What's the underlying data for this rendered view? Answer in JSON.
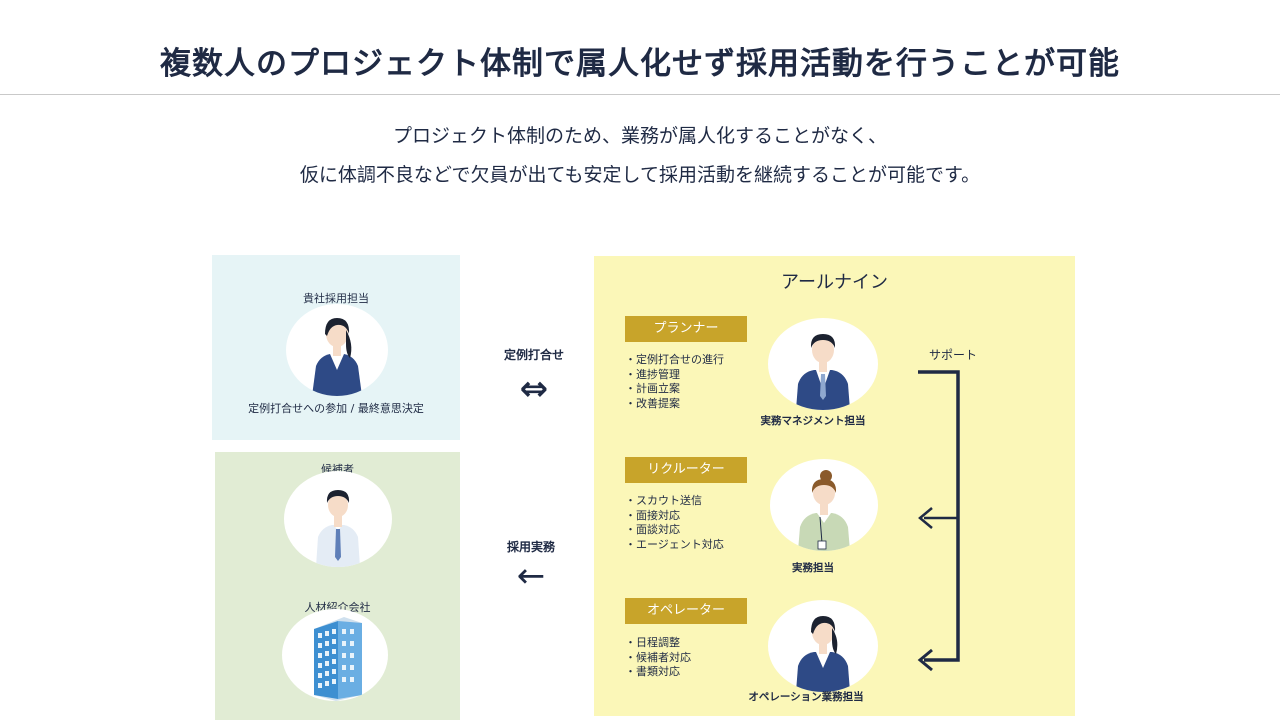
{
  "header": {
    "title": "複数人のプロジェクト体制で属人化せず採用活動を行うことが可能",
    "subtitle_line1": "プロジェクト体制のため、業務が属人化することがなく、",
    "subtitle_line2": "仮に体調不良などで欠員が出ても安定して採用活動を継続することが可能です。"
  },
  "client": {
    "label": "貴社採用担当",
    "caption": "定例打合せへの参加 / 最終意思決定"
  },
  "candidate": {
    "label": "候補者"
  },
  "agency": {
    "label": "人材紹介会社"
  },
  "middle": {
    "meeting_label": "定例打合せ",
    "meeting_arrow": "⇔",
    "practice_label": "採用実務",
    "practice_arrow": "←"
  },
  "r9": {
    "title": "アールナイン",
    "support_label": "サポート",
    "roles": [
      {
        "name": "プランナー",
        "tasks": [
          "・定例打合せの進行",
          "・進捗管理",
          "・計画立案",
          "・改善提案"
        ],
        "person_label": "実務マネジメント担当"
      },
      {
        "name": "リクルーター",
        "tasks": [
          "・スカウト送信",
          "・面接対応",
          "・面談対応",
          "・エージェント対応"
        ],
        "person_label": "実務担当"
      },
      {
        "name": "オペレーター",
        "tasks": [
          "・日程調整",
          "・候補者対応",
          "・書類対応"
        ],
        "person_label": "オペレーション業務担当"
      }
    ]
  },
  "colors": {
    "navy": "#1f2a44",
    "gold": "#c8a42a",
    "client_panel": "#e6f4f6",
    "candidate_panel": "#e1ecd4",
    "r9_panel": "#fbf7b8",
    "suit": "#2e4a86"
  }
}
